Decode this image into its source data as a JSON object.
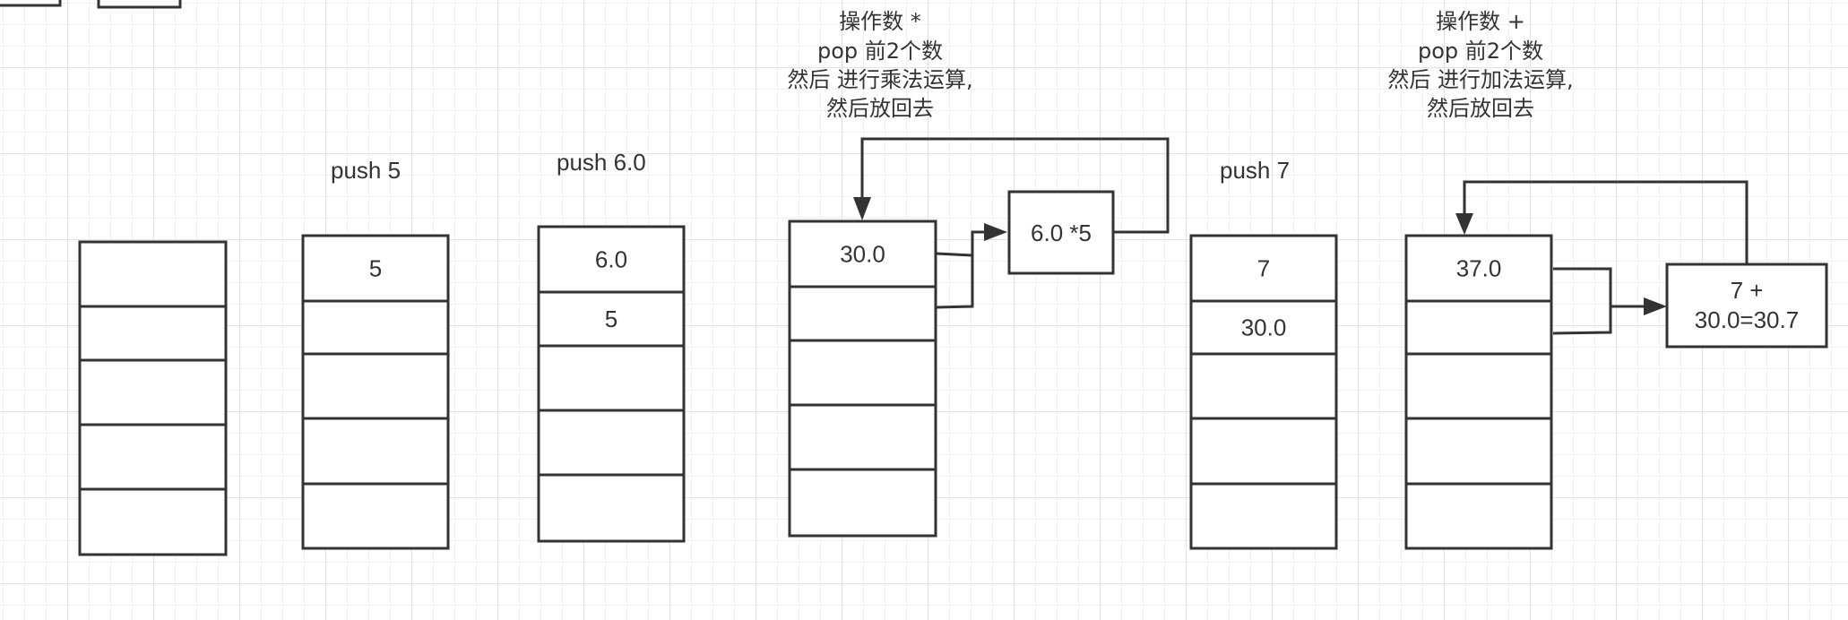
{
  "steps": [
    {
      "label": "",
      "cells": [
        "",
        "",
        "",
        "",
        ""
      ]
    },
    {
      "label": "push 5",
      "cells": [
        "5",
        "",
        "",
        "",
        ""
      ]
    },
    {
      "label": "push 6.0",
      "cells": [
        "6.0",
        "5",
        "",
        "",
        ""
      ]
    },
    {
      "label": "",
      "cells": [
        "30.0",
        "",
        "",
        "",
        ""
      ]
    },
    {
      "label": "push 7",
      "cells": [
        "7",
        "30.0",
        "",
        "",
        ""
      ]
    },
    {
      "label": "",
      "cells": [
        "37.0",
        "",
        "",
        "",
        ""
      ]
    }
  ],
  "annotations": {
    "multiply": [
      "操作数 *",
      "pop 前2个数",
      "然后 进行乘法运算,",
      "然后放回去"
    ],
    "add": [
      "操作数 +",
      "pop 前2个数",
      "然后 进行加法运算,",
      "然后放回去"
    ]
  },
  "ops": {
    "multiply": [
      "6.0 *5"
    ],
    "add": [
      "7 +",
      "30.0=30.7"
    ]
  },
  "colors": {
    "line": "#333333",
    "grid": "#e2e2e2",
    "background": "#ffffff"
  }
}
